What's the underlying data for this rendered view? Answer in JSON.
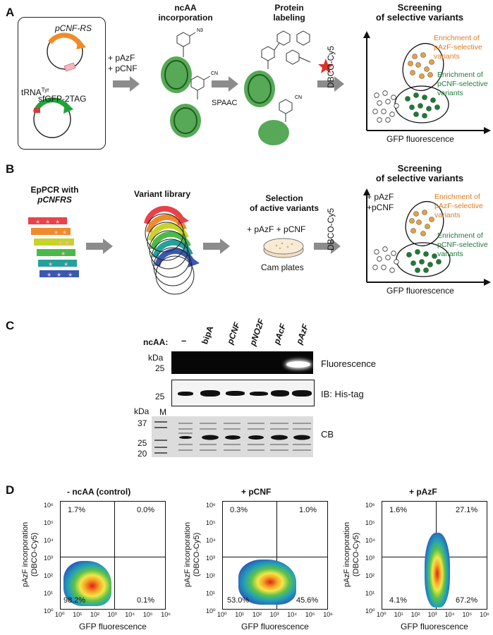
{
  "panelA": {
    "label": "A",
    "plasmid1": "pCNF-RS",
    "trna": "tRNA",
    "trna_sup": "Tyr",
    "plasmid2": "sfGFP-2TAG",
    "add_line1": "+ pAzF",
    "add_line2": "+ pCNF",
    "ncaa_title_1": "ncAA",
    "ncaa_title_2": "incorporation",
    "azide_label": "N3",
    "cn_label": "CN",
    "label_title_1": "Protein",
    "label_title_2": "labeling",
    "spaac": "SPAAC",
    "screen_title_1": "Screening",
    "screen_title_2": "of selective variants",
    "y_axis": "DBCO-Cy5",
    "x_axis": "GFP fluorescence",
    "enrich_azf_1": "Enrichment of",
    "enrich_azf_2": "pAzF-selective",
    "enrich_azf_3": "variants",
    "enrich_cnf_1": "Enrichment of",
    "enrich_cnf_2": "pCNF-selective",
    "enrich_cnf_3": "variants",
    "colors": {
      "orange": "#e8a13c",
      "green": "#1f7a3a",
      "arrow": "#8c8c8c"
    }
  },
  "panelB": {
    "label": "B",
    "eppcr_1": "EpPCR with",
    "eppcr_2": "pCNFRS",
    "library": "Variant library",
    "selection_1": "Selection",
    "selection_2": "of active variants",
    "add": "+ pAzF + pCNF",
    "plates": "Cam plates",
    "screen_title_1": "Screening",
    "screen_title_2": "of selective variants",
    "add_line1": "+ pAzF",
    "add_line2": "+pCNF",
    "y_axis": "DBCO-Cy5",
    "x_axis": "GFP fluorescence",
    "enrich_azf_1": "Enrichment of",
    "enrich_azf_2": "pAzF-selective",
    "enrich_azf_3": "variants",
    "enrich_cnf_1": "Enrichment of",
    "enrich_cnf_2": "pCNF-selective",
    "enrich_cnf_3": "variants"
  },
  "panelC": {
    "label": "C",
    "ncaa_label": "ncAA:",
    "lanes": [
      "–",
      "bipA",
      "pCNF",
      "pNO2F",
      "pAcF",
      "pAzF"
    ],
    "kda": "kDa",
    "marker": "M",
    "fluor_mw": "25",
    "his_mw": "25",
    "cb_mw": [
      "37",
      "25",
      "20"
    ],
    "fluorescence": "Fluorescence",
    "ib": "IB: His-tag",
    "cb": "CB"
  },
  "panelD": {
    "label": "D",
    "y_axis_1": "pAzF incorporation",
    "y_axis_2": "(DBCO-Cy5)",
    "x_axis": "GFP fluorescence",
    "ticks": [
      "10⁰",
      "10¹",
      "10²",
      "10³",
      "10⁴",
      "10⁵",
      "10⁶"
    ],
    "plots": [
      {
        "title": "- ncAA (control)",
        "q_ul": "1.7%",
        "q_ur": "0.0%",
        "q_ll": "98.2%",
        "q_lr": "0.1%"
      },
      {
        "title": "+ pCNF",
        "q_ul": "0.3%",
        "q_ur": "1.0%",
        "q_ll": "53.0%",
        "q_lr": "45.6%"
      },
      {
        "title": "+ pAzF",
        "q_ul": "1.6%",
        "q_ur": "27.1%",
        "q_ll": "4.1%",
        "q_lr": "67.2%"
      }
    ]
  }
}
